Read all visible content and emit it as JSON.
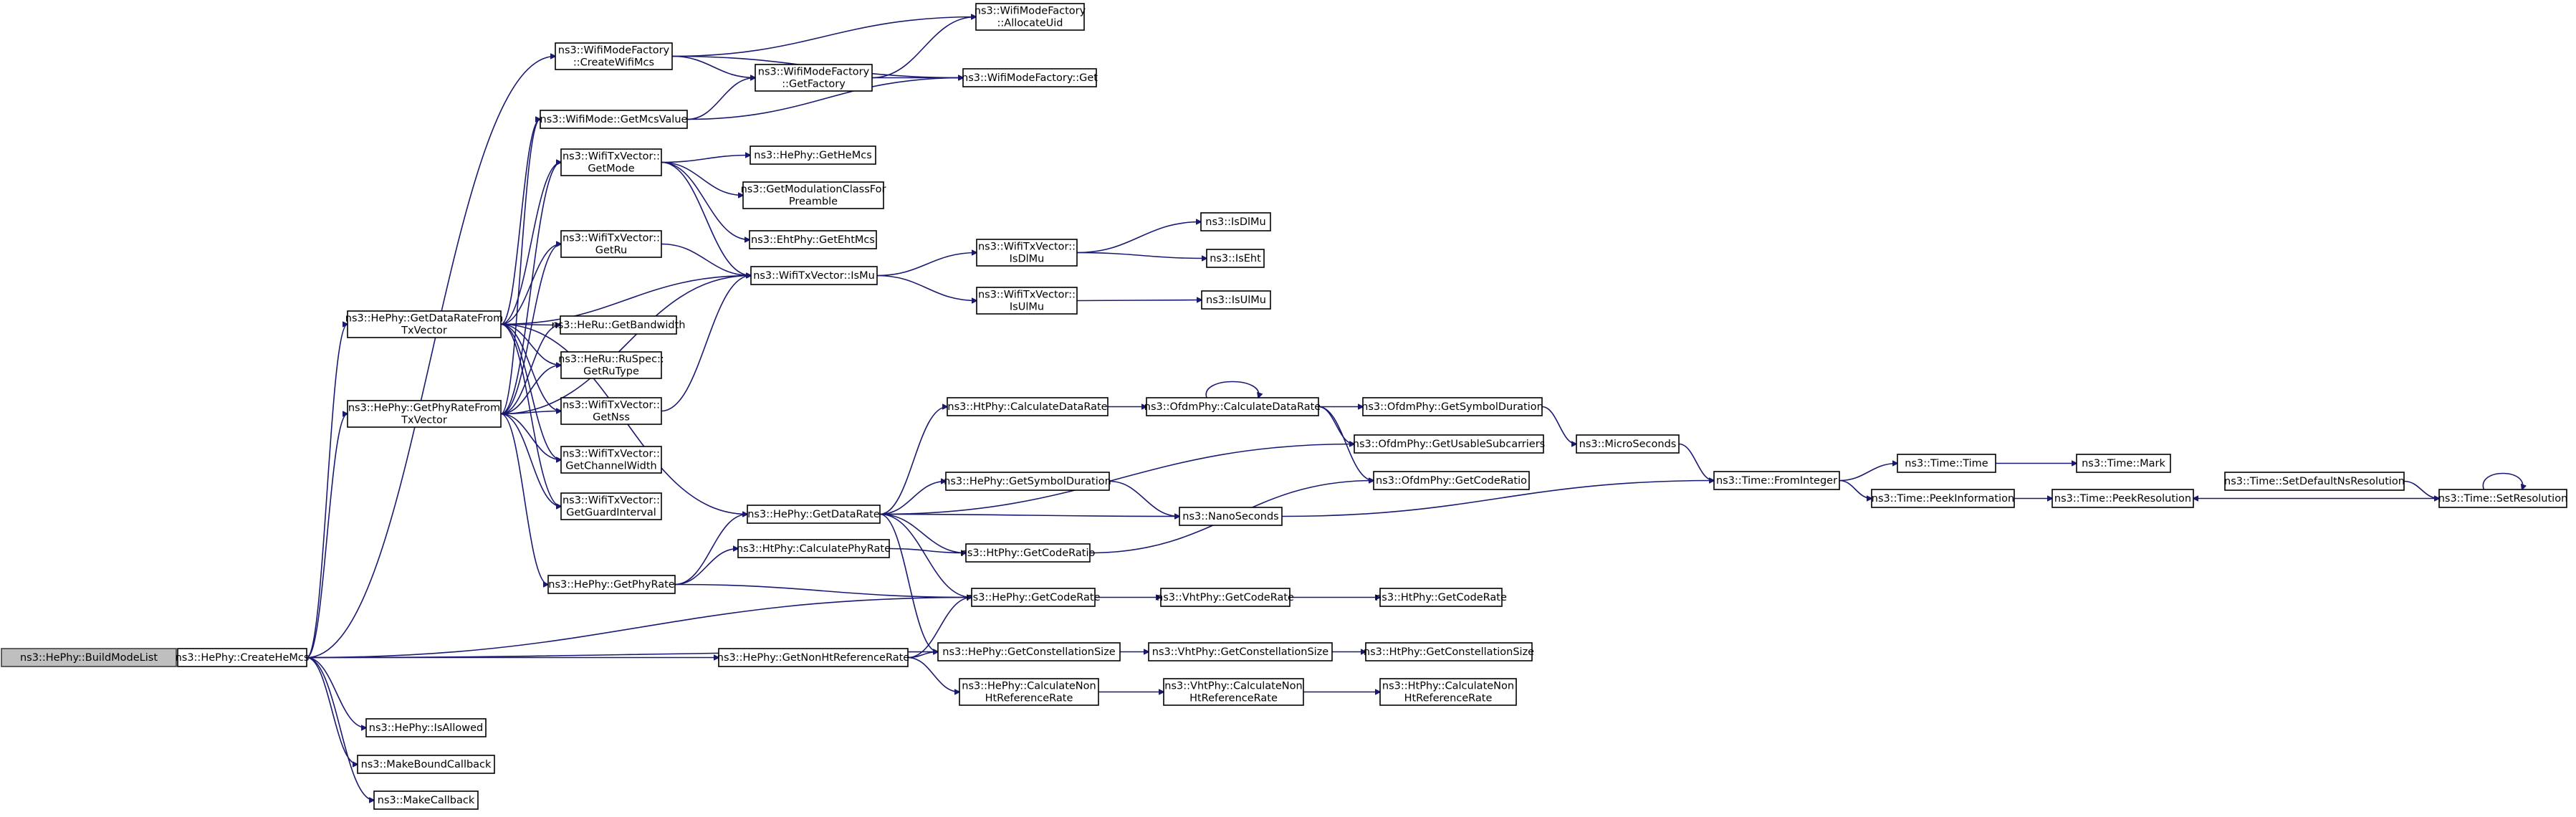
{
  "diagram": {
    "root": "BuildModeList",
    "nodes": [
      {
        "id": "BuildModeList",
        "lines": [
          "ns3::HePhy::BuildModeList"
        ]
      },
      {
        "id": "CreateHeMcs",
        "lines": [
          "ns3::HePhy::CreateHeMcs"
        ]
      },
      {
        "id": "CreateWifiMcs",
        "lines": [
          "ns3::WifiModeFactory",
          "::CreateWifiMcs"
        ]
      },
      {
        "id": "AllocateUid",
        "lines": [
          "ns3::WifiModeFactory",
          "::AllocateUid"
        ]
      },
      {
        "id": "GetFactory",
        "lines": [
          "ns3::WifiModeFactory",
          "::GetFactory"
        ]
      },
      {
        "id": "WMFGet",
        "lines": [
          "ns3::WifiModeFactory::Get"
        ]
      },
      {
        "id": "GetMcsValue",
        "lines": [
          "ns3::WifiMode::GetMcsValue"
        ]
      },
      {
        "id": "GetMode",
        "lines": [
          "ns3::WifiTxVector::",
          "GetMode"
        ]
      },
      {
        "id": "GetHeMcs",
        "lines": [
          "ns3::HePhy::GetHeMcs"
        ]
      },
      {
        "id": "GetModClass",
        "lines": [
          "ns3::GetModulationClassFor",
          "Preamble"
        ]
      },
      {
        "id": "GetEhtMcs",
        "lines": [
          "ns3::EhtPhy::GetEhtMcs"
        ]
      },
      {
        "id": "GetRu",
        "lines": [
          "ns3::WifiTxVector::",
          "GetRu"
        ]
      },
      {
        "id": "IsMu",
        "lines": [
          "ns3::WifiTxVector::IsMu"
        ]
      },
      {
        "id": "IsDlMuV",
        "lines": [
          "ns3::WifiTxVector::",
          "IsDlMu"
        ]
      },
      {
        "id": "IsUlMuV",
        "lines": [
          "ns3::WifiTxVector::",
          "IsUlMu"
        ]
      },
      {
        "id": "IsDlMu",
        "lines": [
          "ns3::IsDlMu"
        ]
      },
      {
        "id": "IsEht",
        "lines": [
          "ns3::IsEht"
        ]
      },
      {
        "id": "IsUlMu",
        "lines": [
          "ns3::IsUlMu"
        ]
      },
      {
        "id": "GetDataRateFromTx",
        "lines": [
          "ns3::HePhy::GetDataRateFrom",
          "TxVector"
        ]
      },
      {
        "id": "GetBandwidth",
        "lines": [
          "ns3::HeRu::GetBandwidth"
        ]
      },
      {
        "id": "GetRuType",
        "lines": [
          "ns3::HeRu::RuSpec::",
          "GetRuType"
        ]
      },
      {
        "id": "GetPhyRateFromTx",
        "lines": [
          "ns3::HePhy::GetPhyRateFrom",
          "TxVector"
        ]
      },
      {
        "id": "GetNss",
        "lines": [
          "ns3::WifiTxVector::",
          "GetNss"
        ]
      },
      {
        "id": "GetChannelWidth",
        "lines": [
          "ns3::WifiTxVector::",
          "GetChannelWidth"
        ]
      },
      {
        "id": "GetGuardInterval",
        "lines": [
          "ns3::WifiTxVector::",
          "GetGuardInterval"
        ]
      },
      {
        "id": "HtCalcDataRate",
        "lines": [
          "ns3::HtPhy::CalculateDataRate"
        ]
      },
      {
        "id": "OfdmCalcDataRate",
        "lines": [
          "ns3::OfdmPhy::CalculateDataRate"
        ]
      },
      {
        "id": "OfdmGetSymbolDuration",
        "lines": [
          "ns3::OfdmPhy::GetSymbolDuration"
        ]
      },
      {
        "id": "OfdmGetUsableSubcarriers",
        "lines": [
          "ns3::OfdmPhy::GetUsableSubcarriers"
        ]
      },
      {
        "id": "OfdmGetCodeRatio",
        "lines": [
          "ns3::OfdmPhy::GetCodeRatio"
        ]
      },
      {
        "id": "MicroSeconds",
        "lines": [
          "ns3::MicroSeconds"
        ]
      },
      {
        "id": "FromInteger",
        "lines": [
          "ns3::Time::FromInteger"
        ]
      },
      {
        "id": "TimeTime",
        "lines": [
          "ns3::Time::Time"
        ]
      },
      {
        "id": "TimeMark",
        "lines": [
          "ns3::Time::Mark"
        ]
      },
      {
        "id": "PeekInformation",
        "lines": [
          "ns3::Time::PeekInformation"
        ]
      },
      {
        "id": "PeekResolution",
        "lines": [
          "ns3::Time::PeekResolution"
        ]
      },
      {
        "id": "SetDefaultNsResolution",
        "lines": [
          "ns3::Time::SetDefaultNsResolution"
        ]
      },
      {
        "id": "SetResolution",
        "lines": [
          "ns3::Time::SetResolution"
        ]
      },
      {
        "id": "HeGetDataRate",
        "lines": [
          "ns3::HePhy::GetDataRate"
        ]
      },
      {
        "id": "HeGetSymbolDuration",
        "lines": [
          "ns3::HePhy::GetSymbolDuration"
        ]
      },
      {
        "id": "NanoSeconds",
        "lines": [
          "ns3::NanoSeconds"
        ]
      },
      {
        "id": "HtCalcPhyRate",
        "lines": [
          "ns3::HtPhy::CalculatePhyRate"
        ]
      },
      {
        "id": "HtGetCodeRatio",
        "lines": [
          "ns3::HtPhy::GetCodeRatio"
        ]
      },
      {
        "id": "HeGetPhyRate",
        "lines": [
          "ns3::HePhy::GetPhyRate"
        ]
      },
      {
        "id": "HeGetCodeRate",
        "lines": [
          "ns3::HePhy::GetCodeRate"
        ]
      },
      {
        "id": "VhtGetCodeRate",
        "lines": [
          "ns3::VhtPhy::GetCodeRate"
        ]
      },
      {
        "id": "HtGetCodeRate",
        "lines": [
          "ns3::HtPhy::GetCodeRate"
        ]
      },
      {
        "id": "GetNonHtRef",
        "lines": [
          "ns3::HePhy::GetNonHtReferenceRate"
        ]
      },
      {
        "id": "HeGetConstSize",
        "lines": [
          "ns3::HePhy::GetConstellationSize"
        ]
      },
      {
        "id": "VhtGetConstSize",
        "lines": [
          "ns3::VhtPhy::GetConstellationSize"
        ]
      },
      {
        "id": "HtGetConstSize",
        "lines": [
          "ns3::HtPhy::GetConstellationSize"
        ]
      },
      {
        "id": "HeCalcNonHt",
        "lines": [
          "ns3::HePhy::CalculateNon",
          "HtReferenceRate"
        ]
      },
      {
        "id": "VhtCalcNonHt",
        "lines": [
          "ns3::VhtPhy::CalculateNon",
          "HtReferenceRate"
        ]
      },
      {
        "id": "HtCalcNonHt",
        "lines": [
          "ns3::HtPhy::CalculateNon",
          "HtReferenceRate"
        ]
      },
      {
        "id": "IsAllowed",
        "lines": [
          "ns3::HePhy::IsAllowed"
        ]
      },
      {
        "id": "MakeBoundCallback",
        "lines": [
          "ns3::MakeBoundCallback"
        ]
      },
      {
        "id": "MakeCallback",
        "lines": [
          "ns3::MakeCallback"
        ]
      }
    ],
    "edges": [
      [
        "BuildModeList",
        "CreateHeMcs"
      ],
      [
        "CreateHeMcs",
        "CreateWifiMcs"
      ],
      [
        "CreateHeMcs",
        "GetDataRateFromTx"
      ],
      [
        "CreateHeMcs",
        "GetPhyRateFromTx"
      ],
      [
        "CreateHeMcs",
        "HeGetCodeRate"
      ],
      [
        "CreateHeMcs",
        "GetNonHtRef"
      ],
      [
        "CreateHeMcs",
        "HeGetConstSize"
      ],
      [
        "CreateHeMcs",
        "IsAllowed"
      ],
      [
        "CreateHeMcs",
        "MakeBoundCallback"
      ],
      [
        "CreateHeMcs",
        "MakeCallback"
      ],
      [
        "CreateWifiMcs",
        "AllocateUid"
      ],
      [
        "CreateWifiMcs",
        "GetFactory"
      ],
      [
        "CreateWifiMcs",
        "WMFGet"
      ],
      [
        "GetFactory",
        "AllocateUid"
      ],
      [
        "GetFactory",
        "WMFGet"
      ],
      [
        "GetMcsValue",
        "GetFactory"
      ],
      [
        "GetMcsValue",
        "WMFGet"
      ],
      [
        "GetMode",
        "GetHeMcs"
      ],
      [
        "GetMode",
        "GetModClass"
      ],
      [
        "GetMode",
        "GetEhtMcs"
      ],
      [
        "GetMode",
        "IsMu"
      ],
      [
        "GetRu",
        "IsMu"
      ],
      [
        "IsMu",
        "IsDlMuV"
      ],
      [
        "IsMu",
        "IsUlMuV"
      ],
      [
        "IsDlMuV",
        "IsDlMu"
      ],
      [
        "IsDlMuV",
        "IsEht"
      ],
      [
        "IsUlMuV",
        "IsUlMu"
      ],
      [
        "GetDataRateFromTx",
        "GetMcsValue"
      ],
      [
        "GetDataRateFromTx",
        "GetMode"
      ],
      [
        "GetDataRateFromTx",
        "GetRu"
      ],
      [
        "GetDataRateFromTx",
        "IsMu"
      ],
      [
        "GetDataRateFromTx",
        "GetBandwidth"
      ],
      [
        "GetDataRateFromTx",
        "GetRuType"
      ],
      [
        "GetDataRateFromTx",
        "GetNss"
      ],
      [
        "GetDataRateFromTx",
        "GetChannelWidth"
      ],
      [
        "GetDataRateFromTx",
        "GetGuardInterval"
      ],
      [
        "GetDataRateFromTx",
        "HeGetDataRate"
      ],
      [
        "GetPhyRateFromTx",
        "GetMcsValue"
      ],
      [
        "GetPhyRateFromTx",
        "GetMode"
      ],
      [
        "GetPhyRateFromTx",
        "GetRu"
      ],
      [
        "GetPhyRateFromTx",
        "IsMu"
      ],
      [
        "GetPhyRateFromTx",
        "GetBandwidth"
      ],
      [
        "GetPhyRateFromTx",
        "GetRuType"
      ],
      [
        "GetPhyRateFromTx",
        "GetNss"
      ],
      [
        "GetPhyRateFromTx",
        "GetChannelWidth"
      ],
      [
        "GetPhyRateFromTx",
        "GetGuardInterval"
      ],
      [
        "GetPhyRateFromTx",
        "HeGetPhyRate"
      ],
      [
        "GetNss",
        "IsMu"
      ],
      [
        "HeGetDataRate",
        "HtCalcDataRate"
      ],
      [
        "HeGetDataRate",
        "OfdmGetUsableSubcarriers"
      ],
      [
        "HeGetDataRate",
        "HeGetSymbolDuration"
      ],
      [
        "HeGetDataRate",
        "NanoSeconds"
      ],
      [
        "HeGetDataRate",
        "HtGetCodeRatio"
      ],
      [
        "HeGetDataRate",
        "HeGetCodeRate"
      ],
      [
        "HeGetDataRate",
        "HeGetConstSize"
      ],
      [
        "HtCalcDataRate",
        "OfdmCalcDataRate"
      ],
      [
        "OfdmCalcDataRate",
        "OfdmCalcDataRate"
      ],
      [
        "OfdmCalcDataRate",
        "OfdmGetSymbolDuration"
      ],
      [
        "OfdmCalcDataRate",
        "OfdmGetUsableSubcarriers"
      ],
      [
        "OfdmCalcDataRate",
        "OfdmGetCodeRatio"
      ],
      [
        "OfdmGetSymbolDuration",
        "MicroSeconds"
      ],
      [
        "MicroSeconds",
        "FromInteger"
      ],
      [
        "NanoSeconds",
        "FromInteger"
      ],
      [
        "HeGetSymbolDuration",
        "NanoSeconds"
      ],
      [
        "FromInteger",
        "TimeTime"
      ],
      [
        "FromInteger",
        "PeekInformation"
      ],
      [
        "TimeTime",
        "TimeMark"
      ],
      [
        "PeekInformation",
        "PeekResolution"
      ],
      [
        "SetDefaultNsResolution",
        "SetResolution"
      ],
      [
        "SetResolution",
        "PeekResolution"
      ],
      [
        "SetResolution",
        "SetResolution"
      ],
      [
        "HtGetCodeRatio",
        "OfdmGetCodeRatio"
      ],
      [
        "HeGetPhyRate",
        "HeGetDataRate"
      ],
      [
        "HeGetPhyRate",
        "HtCalcPhyRate"
      ],
      [
        "HeGetPhyRate",
        "HeGetCodeRate"
      ],
      [
        "HtCalcPhyRate",
        "HtGetCodeRatio"
      ],
      [
        "HeGetCodeRate",
        "VhtGetCodeRate"
      ],
      [
        "VhtGetCodeRate",
        "HtGetCodeRate"
      ],
      [
        "GetNonHtRef",
        "HeGetCodeRate"
      ],
      [
        "GetNonHtRef",
        "HeGetConstSize"
      ],
      [
        "GetNonHtRef",
        "HeCalcNonHt"
      ],
      [
        "HeGetConstSize",
        "VhtGetConstSize"
      ],
      [
        "VhtGetConstSize",
        "HtGetConstSize"
      ],
      [
        "HeCalcNonHt",
        "VhtCalcNonHt"
      ],
      [
        "VhtCalcNonHt",
        "HtCalcNonHt"
      ]
    ]
  }
}
